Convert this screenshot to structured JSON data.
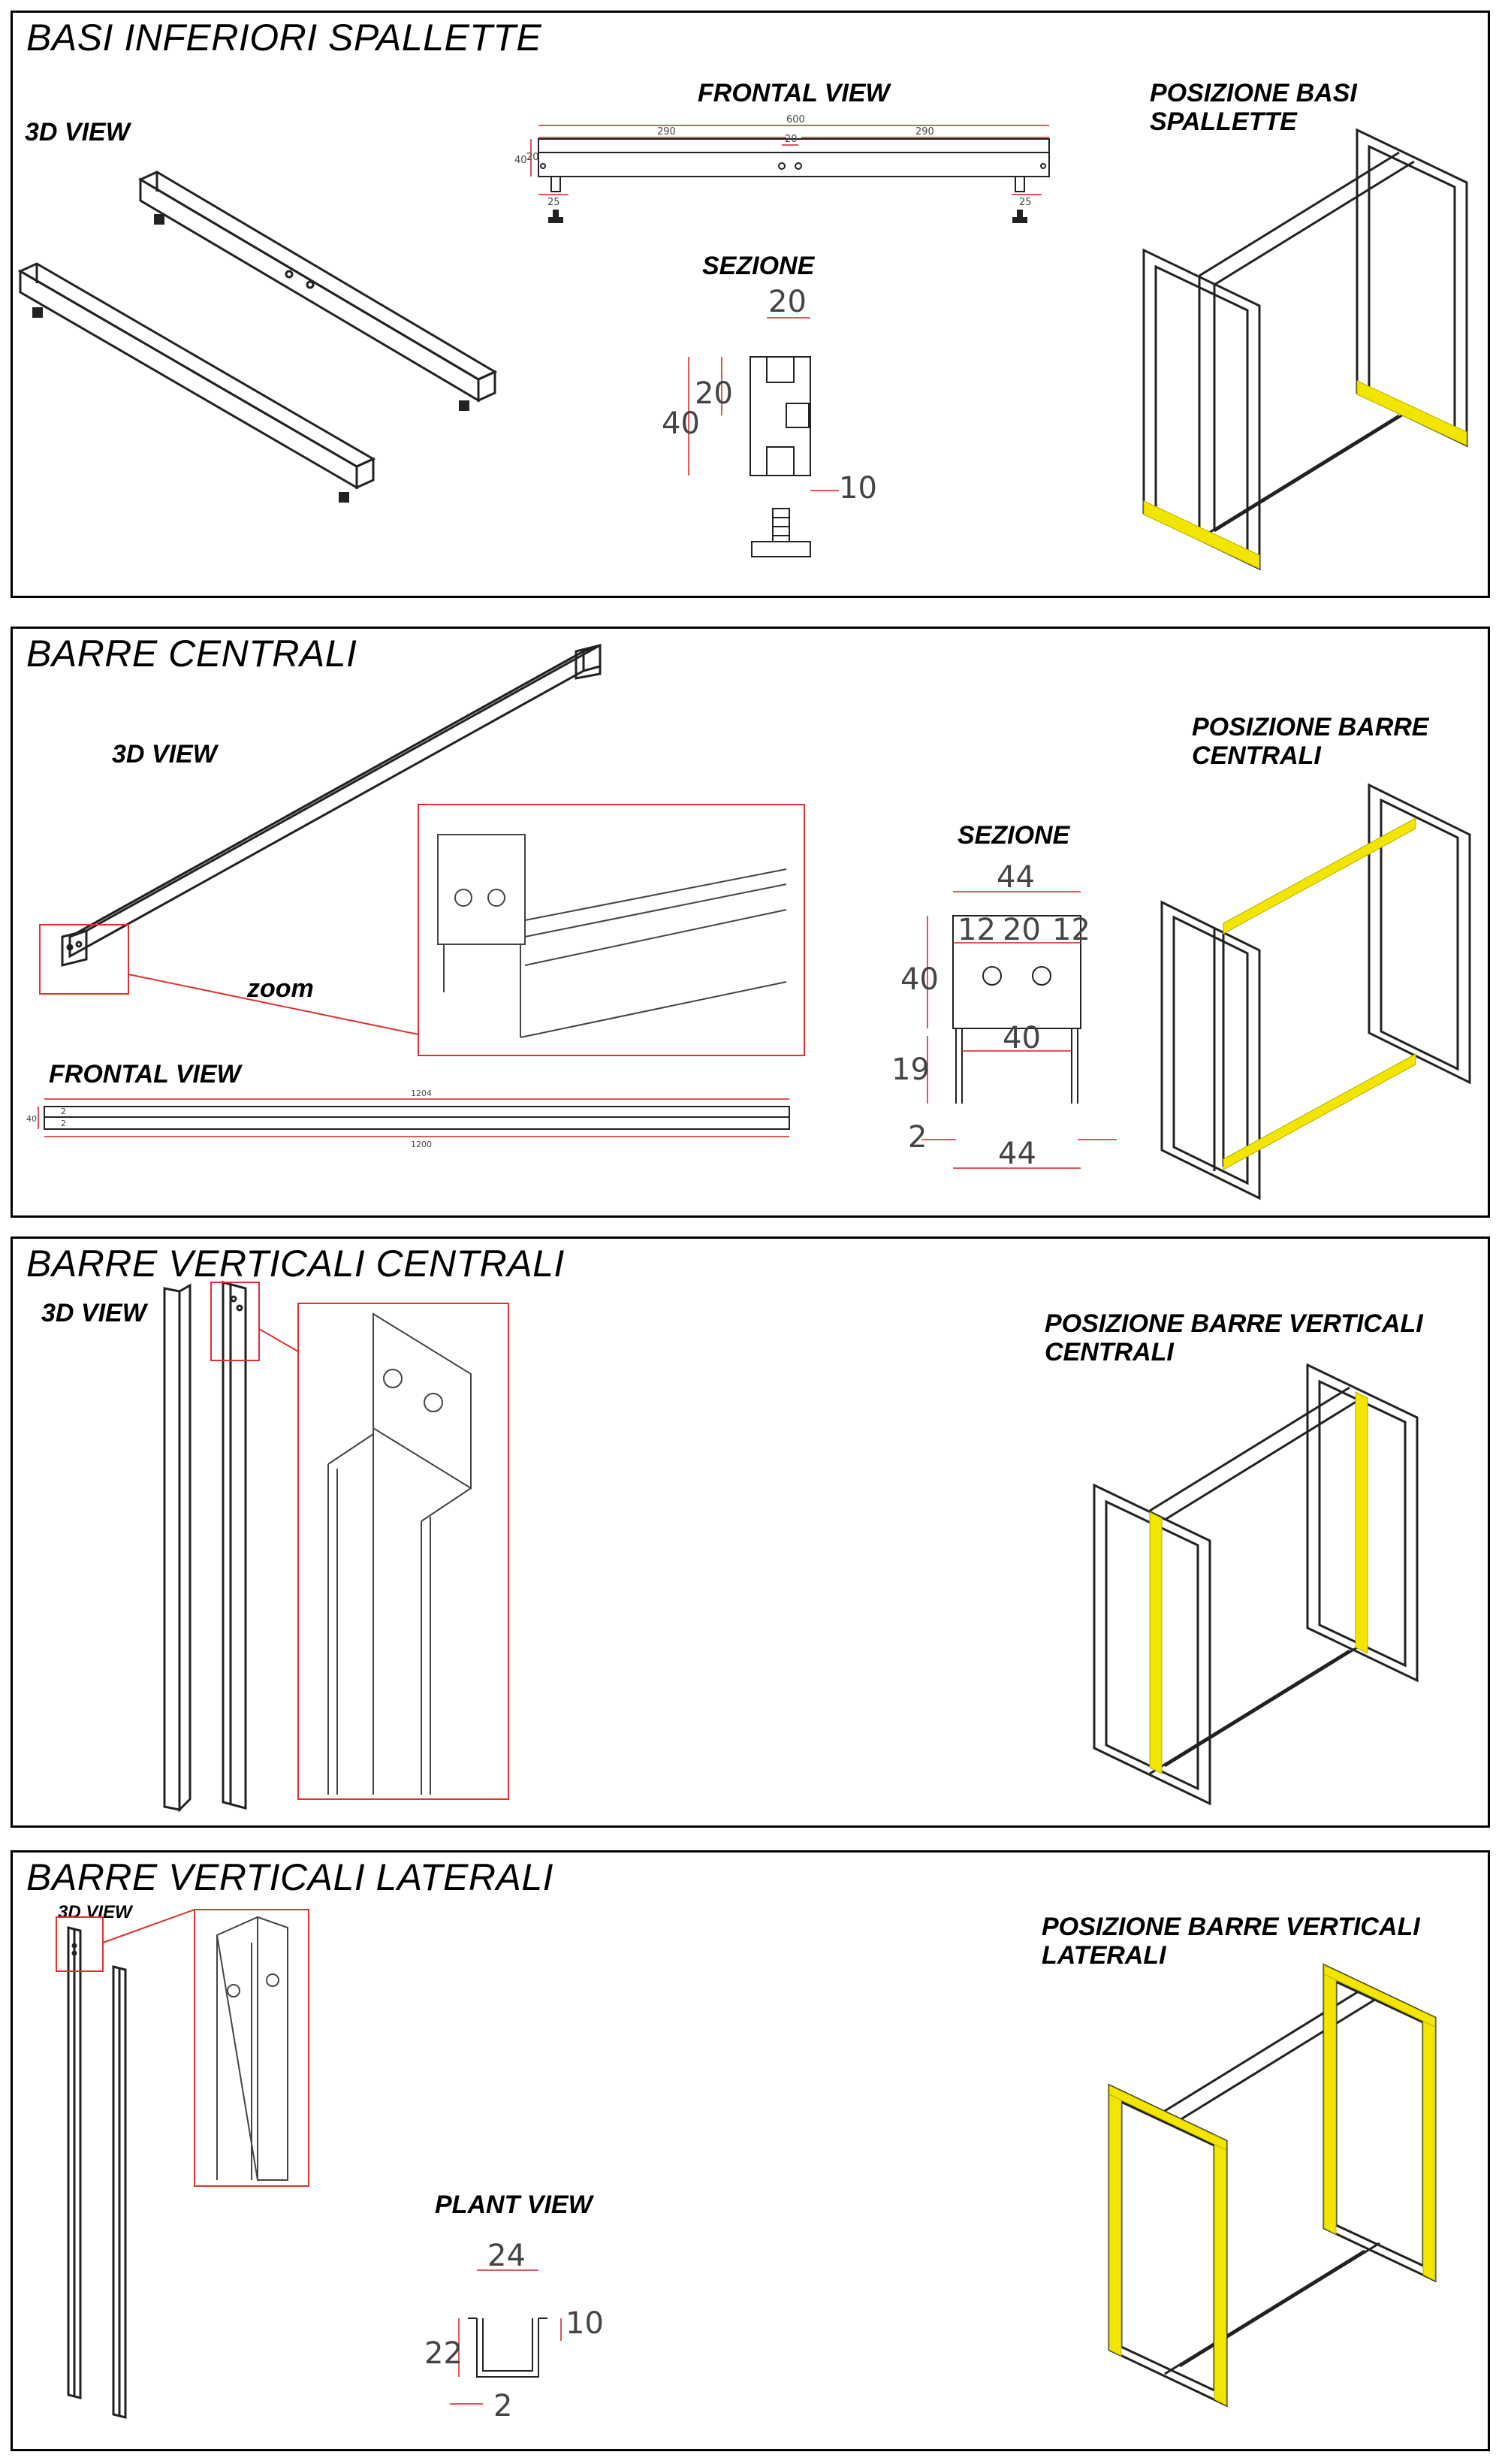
{
  "panels": [
    {
      "title": "BASI INFERIORI SPALLETTE",
      "labels": {
        "view3d": "3D VIEW",
        "frontal": "FRONTAL VIEW",
        "sezione": "SEZIONE",
        "position_line1": "POSIZIONE BASI",
        "position_line2": "SPALLETTE"
      },
      "frontal_dims": {
        "total": "600",
        "left": "290",
        "center": "20",
        "right": "290",
        "height": "40",
        "small": "20",
        "foot_left": "25",
        "foot_right": "25"
      },
      "section_dims": {
        "width": "20",
        "height": "40",
        "inner": "20",
        "depth": "10"
      }
    },
    {
      "title": "BARRE CENTRALI",
      "labels": {
        "view3d": "3D VIEW",
        "zoom": "zoom",
        "frontal": "FRONTAL VIEW",
        "sezione": "SEZIONE",
        "position_line1": "POSIZIONE BARRE",
        "position_line2": "CENTRALI"
      },
      "frontal_dims": {
        "top": "1204",
        "bottom": "1200",
        "height": "40",
        "a": "2",
        "b": "2"
      },
      "section_dims": {
        "top": "44",
        "gap_left": "12",
        "center": "20",
        "gap_right": "12",
        "height": "40",
        "tab": "19",
        "inner": "40",
        "thickness": "2",
        "bottom": "44"
      }
    },
    {
      "title": "BARRE VERTICALI CENTRALI",
      "labels": {
        "view3d": "3D VIEW",
        "position_line1": "POSIZIONE BARRE VERTICALI",
        "position_line2": "CENTRALI"
      }
    },
    {
      "title": "BARRE VERTICALI LATERALI",
      "labels": {
        "view3d": "3D VIEW",
        "plant": "PLANT VIEW",
        "position_line1": "POSIZIONE BARRE VERTICALI",
        "position_line2": "LATERALI"
      },
      "plant_dims": {
        "width": "24",
        "height": "22",
        "lip": "10",
        "thickness": "2"
      }
    }
  ],
  "colors": {
    "highlight": "#f2e600",
    "dimension": "#d42020",
    "zoom_frame": "#e03030",
    "line": "#222222"
  }
}
